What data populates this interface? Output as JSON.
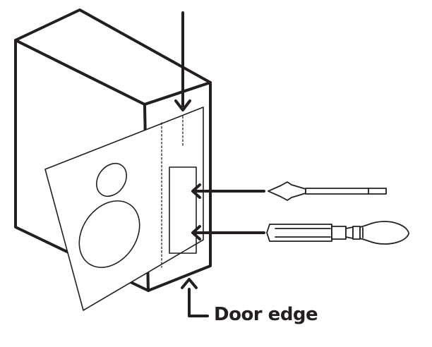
{
  "diagram": {
    "callout_label": "Door edge",
    "ink_color": "#231f20",
    "paper_color": "#ffffff",
    "parts": {
      "door": "door-block",
      "template": "paper-template",
      "large_hole": "bore-hole",
      "small_hole": "latch-hole",
      "mortise": "latch-plate-mortise",
      "top_arrow": "arrow-down-icon",
      "bit": "spade-bit-icon",
      "chisel": "chisel-icon"
    }
  }
}
